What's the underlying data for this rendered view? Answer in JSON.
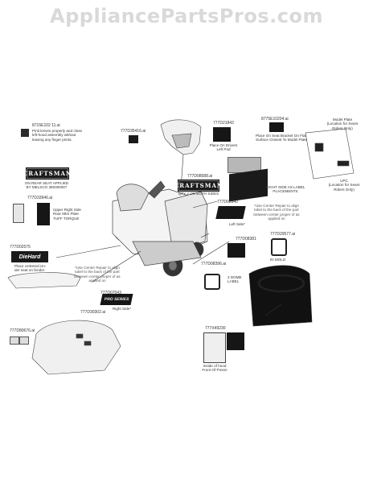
{
  "watermark": "AppliancePartsPros.com",
  "parts": {
    "p1": "8715E102 11.ai",
    "p1_note": [
      "Pinit knives properly and close",
      "left-hood assembly without",
      "leaving any finger prints."
    ],
    "p2": "777D35416.ai",
    "p3": "777D21842",
    "p3_label": [
      "Place On Drivers",
      "Left Pod"
    ],
    "p4": "8775E10204.ai",
    "p4_label": [
      "Place On Seat Bracket On Flat",
      "Surface Closest To Model Plate"
    ],
    "model_plate": [
      "Model Plate",
      "(Location for Sears",
      "Riders Only)"
    ],
    "upc": [
      "UPC",
      "(Location for Sears",
      "Riders Only)"
    ],
    "craftsman_label": "CRAFTSMAN",
    "rear_seat": [
      "ON REAR SEAT APPLIED",
      "BY MELSCO 38030000?"
    ],
    "p5": "777D33946.ai",
    "p5_label": [
      "Upper Right Side",
      "Rear Mtrs Plate",
      "TUFF TORQUE"
    ],
    "p6": "777D08588.ai",
    "craftsman_label_2": "CRAFTSMAN",
    "qty": "QTY 2 ON BOTH SIDES",
    "right_label_note": [
      "RIGHT SIDE AS LABEL",
      "PLACEMENTS"
    ],
    "p7": "777D08940",
    "left_side": "Left Side*",
    "p8": "777D02575",
    "diehard": "DieHard",
    "die_note": [
      "Place centered Un-",
      "der seat on fender"
    ],
    "pro_series": "PRO SERIES",
    "p9": "777D07043",
    "right_side": "Right Side*",
    "use_center": [
      "*Use Center Repair to align",
      "label to the back of the part",
      "between center proper of as",
      "applied on"
    ],
    "p10": "777D08381",
    "p11": "777D29577.ai",
    "in_mold": "IN MOLD",
    "p12": "777D08396.ai",
    "dome_label": [
      "2 DOME",
      "LABEL"
    ],
    "p13": "777D30302.ai",
    "p14": "777D80676.ai",
    "p15": "777X49230",
    "hood_label": [
      "Inside of hood",
      "Front Of Pmsm"
    ]
  }
}
